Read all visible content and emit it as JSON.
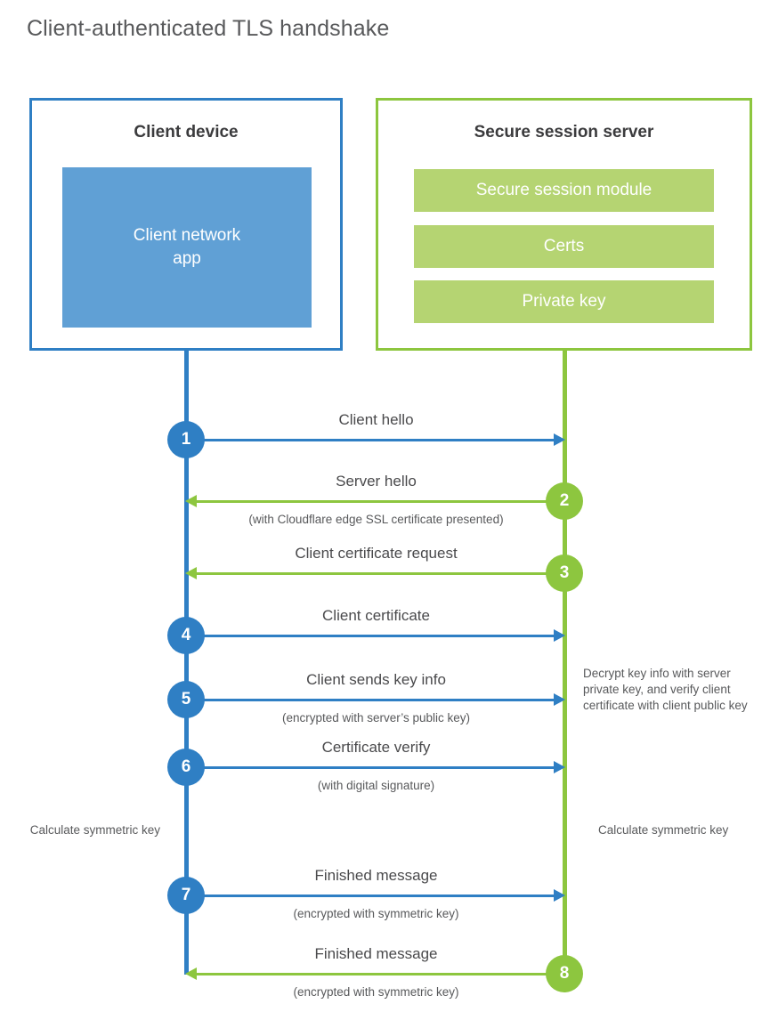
{
  "title": "Client-authenticated TLS handshake",
  "colors": {
    "blue": "#2f7fc4",
    "blue_light": "#60a0d5",
    "green": "#8dc63f",
    "green_light": "#b5d472",
    "text": "#58595b"
  },
  "actors": {
    "client": {
      "title": "Client device",
      "app_label": "Client network\napp",
      "app_label_line1": "Client network",
      "app_label_line2": "app"
    },
    "server": {
      "title": "Secure session server",
      "bars": [
        {
          "label": "Secure session module"
        },
        {
          "label": "Certs"
        },
        {
          "label": "Private key"
        }
      ]
    }
  },
  "messages": [
    {
      "number": "1",
      "label": "Client hello",
      "sublabel": "",
      "direction": "right",
      "color": "blue"
    },
    {
      "number": "2",
      "label": "Server hello",
      "sublabel": "(with Cloudflare edge SSL certificate presented)",
      "direction": "left",
      "color": "green"
    },
    {
      "number": "3",
      "label": "Client certificate request",
      "sublabel": "",
      "direction": "left",
      "color": "green"
    },
    {
      "number": "4",
      "label": "Client certificate",
      "sublabel": "",
      "direction": "right",
      "color": "blue"
    },
    {
      "number": "5",
      "label": "Client sends key info",
      "sublabel": "(encrypted with server’s public key)",
      "direction": "right",
      "color": "blue"
    },
    {
      "number": "6",
      "label": "Certificate verify",
      "sublabel": "(with digital signature)",
      "direction": "right",
      "color": "blue"
    },
    {
      "number": "7",
      "label": "Finished message",
      "sublabel": "(encrypted with symmetric key)",
      "direction": "right",
      "color": "blue"
    },
    {
      "number": "8",
      "label": "Finished message",
      "sublabel": "(encrypted with symmetric key)",
      "direction": "left",
      "color": "green"
    }
  ],
  "notes": {
    "decrypt": "Decrypt key info with server private key, and verify client certificate with client public key",
    "calc_left": "Calculate symmetric key",
    "calc_right": "Calculate symmetric key"
  }
}
